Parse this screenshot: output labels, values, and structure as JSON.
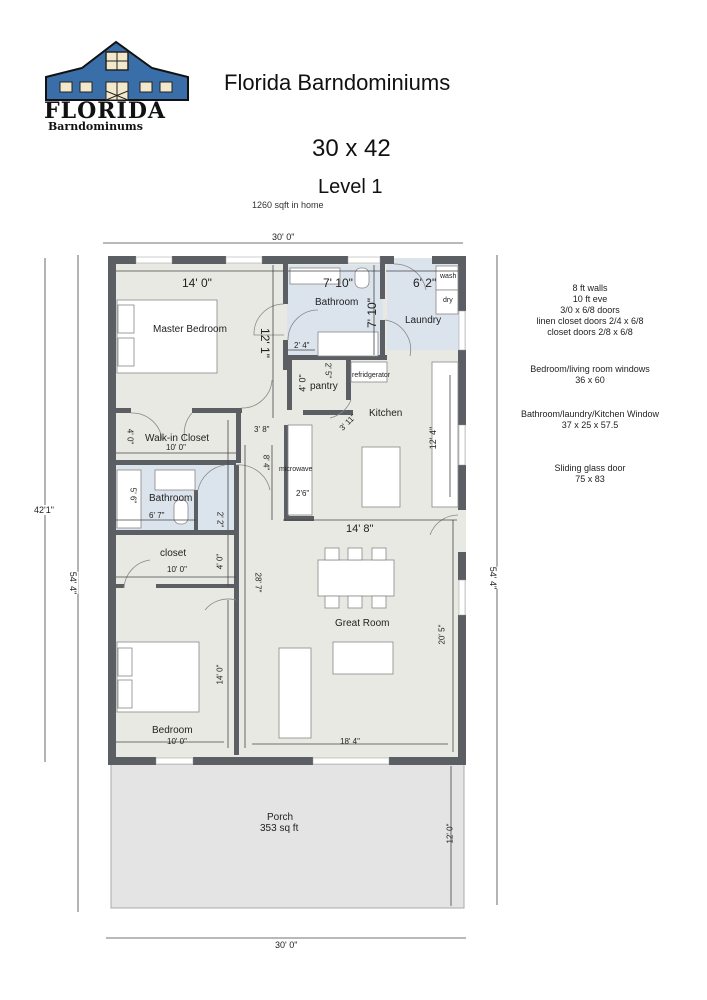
{
  "header": {
    "logo": {
      "word1": "FLORIDA",
      "word2": "Barndominums",
      "icon": "barn-logo-icon",
      "brand_color": "#3a6ea8"
    },
    "title": "Florida Barndominiums",
    "size": "30 x 42",
    "level": "Level 1",
    "area": "1260 sqft in home"
  },
  "overall_dimensions": {
    "top_width": "30' 0\"",
    "bottom_width": "30' 0\"",
    "left_outer": "42'1\"",
    "left_inner": "54' 4\"",
    "right": "54' 4\""
  },
  "rooms": {
    "master_bedroom": {
      "label": "Master Bedroom",
      "width": "14' 0\"",
      "depth": "12' 1\""
    },
    "bathroom_1": {
      "label": "Bathroom",
      "width": "7' 10\"",
      "depth": "7' 10\"",
      "tub_dim": "2' 4\""
    },
    "laundry": {
      "label": "Laundry",
      "width": "6' 2\"",
      "washer": "wash",
      "dryer": "dry"
    },
    "pantry": {
      "label": "pantry",
      "depth": "4' 0\"",
      "side": "2' 5\"",
      "door": "3' 11\""
    },
    "kitchen": {
      "label": "Kitchen",
      "fridge": "refridgerator",
      "microwave": "microwave",
      "range_dim": "2'6\"",
      "counter": "12' 4\""
    },
    "hall": {
      "width": "3' 8\"",
      "length": "8' 4\""
    },
    "walkin_closet": {
      "label": "Walk-in Closet",
      "width": "10' 0\"",
      "depth": "4' 0\""
    },
    "bathroom_2": {
      "label": "Bathroom",
      "width": "6' 7\"",
      "tub": "5' 6\"",
      "linen": "2' 2\""
    },
    "closet": {
      "label": "closet",
      "width": "10' 0\"",
      "depth": "4' 0\""
    },
    "bedroom": {
      "label": "Bedroom",
      "width": "10' 0\"",
      "depth": "14' 0\""
    },
    "great_room": {
      "label": "Great Room",
      "top_width": "14' 8\"",
      "width": "18' 4\"",
      "depth": "20' 5\"",
      "hall_length": "28' 7\""
    },
    "porch": {
      "label": "Porch",
      "area": "353 sq ft",
      "depth": "12' 0\""
    }
  },
  "notes": [
    [
      "8 ft walls",
      "10 ft eve",
      "3/0 x 6/8 doors",
      "linen closet doors 2/4 x 6/8",
      "closet doors 2/8 x 6/8"
    ],
    [
      "Bedroom/living room windows",
      "36 x 60"
    ],
    [
      "Bathroom/laundry/Kitchen Window",
      "37 x 25 x 57.5"
    ],
    [
      "Sliding glass door",
      "75 x 83"
    ]
  ],
  "colors": {
    "wall": "#5b5e63",
    "floor": "#e9e9e3",
    "wet_floor": "#dbe3ec",
    "porch": "#e4e4e4"
  }
}
